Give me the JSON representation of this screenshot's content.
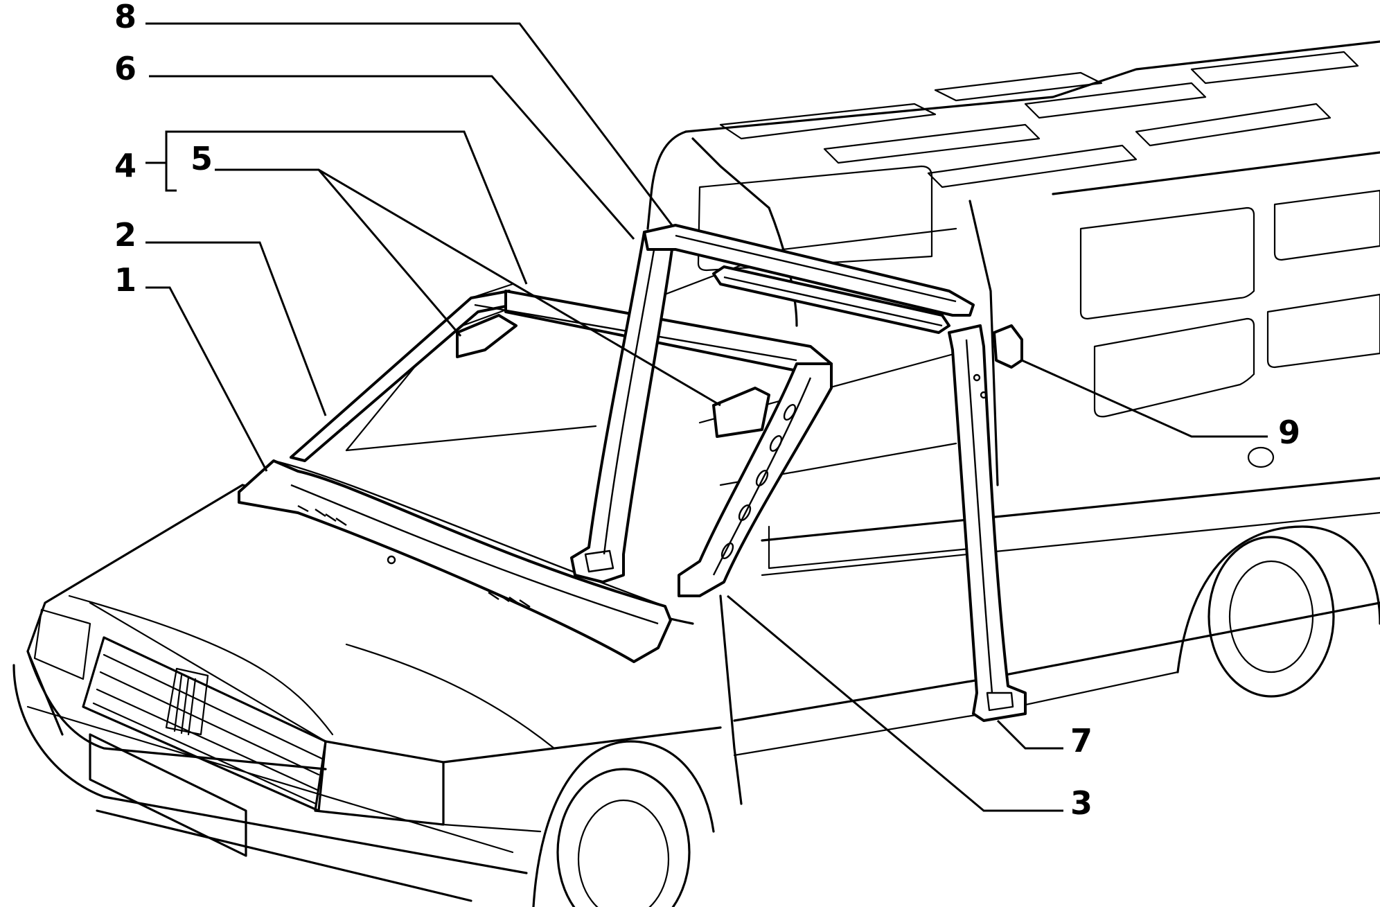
{
  "labels": {
    "l1": "1",
    "l2": "2",
    "l3": "3",
    "l4": "4",
    "l5": "5",
    "l6": "6",
    "l7": "7",
    "l8": "8",
    "l9": "9"
  },
  "colors": {
    "line": "#000000",
    "background": "#ffffff"
  }
}
